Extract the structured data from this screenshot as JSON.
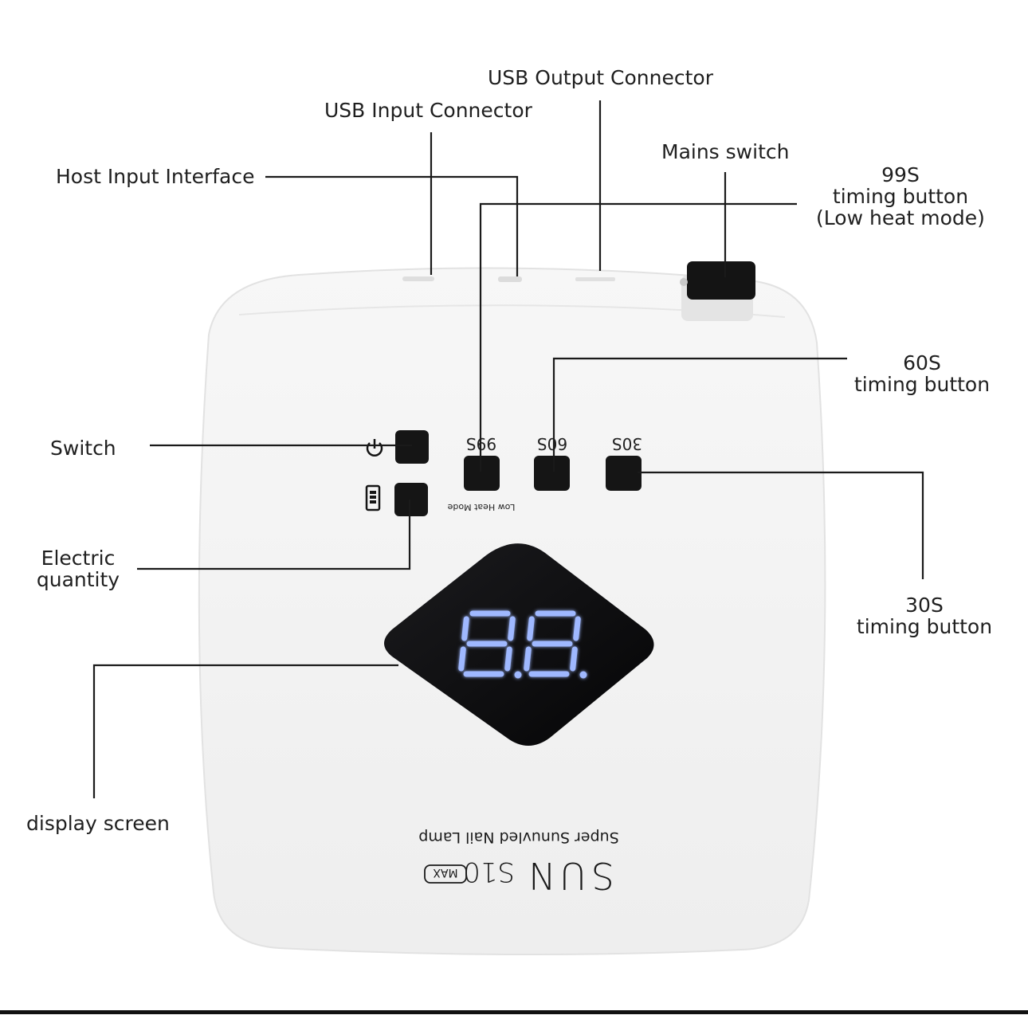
{
  "callouts": {
    "usb_output": "USB Output Connector",
    "usb_input": "USB Input Connector",
    "mains_switch": "Mains switch",
    "host_input": "Host Input Interface",
    "btn99": [
      "99S",
      "timing button",
      "(Low heat mode)"
    ],
    "btn60": [
      "60S",
      "timing button"
    ],
    "btn30": [
      "30S",
      "timing button"
    ],
    "switch": "Switch",
    "electric": [
      "Electric",
      "quantity"
    ],
    "display": "display screen"
  },
  "device": {
    "button_labels": [
      "99S",
      "60S",
      "30S"
    ],
    "low_heat_text": "Low Heat Mode",
    "display_readout": "88",
    "brand": "SUN",
    "model": "S10",
    "model_badge": "MAX",
    "tagline": "Super Sunuvled Nail Lamp"
  },
  "colors": {
    "body": "#f3f3f3",
    "button": "#151515",
    "screen": "#0c0c0e",
    "digits": "#9fb8ff",
    "line": "#1a1a1a"
  }
}
